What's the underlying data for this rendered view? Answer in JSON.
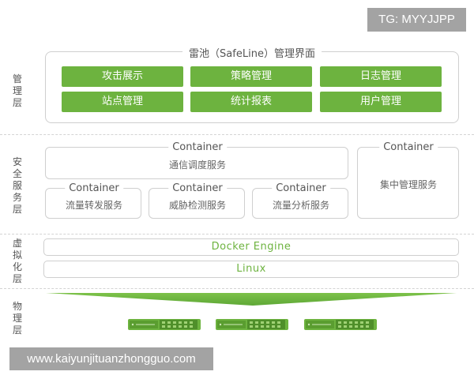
{
  "watermark_tg": "TG: MYYJJPP",
  "watermark_url": "www.kaiyunjituanzhongguo.com",
  "colors": {
    "accent": "#6db33f",
    "border": "#cfcfcf",
    "label": "#555555"
  },
  "layers": {
    "management": {
      "label": "管理层",
      "panel_title": "雷池（SafeLine）管理界面",
      "buttons": [
        "攻击展示",
        "策略管理",
        "日志管理",
        "站点管理",
        "统计报表",
        "用户管理"
      ]
    },
    "security": {
      "label": "安全服务层",
      "dispatch": {
        "title": "Container",
        "text": "通信调度服务"
      },
      "central": {
        "title": "Container",
        "text": "集中管理服务"
      },
      "sub": [
        {
          "title": "Container",
          "text": "流量转发服务"
        },
        {
          "title": "Container",
          "text": "威胁检测服务"
        },
        {
          "title": "Container",
          "text": "流量分析服务"
        }
      ]
    },
    "virtualization": {
      "label": "虚拟化层",
      "docker": "Docker Engine",
      "linux": "Linux"
    },
    "physical": {
      "label": "物理层",
      "devices": [
        "server-device-1",
        "server-device-2",
        "server-device-3"
      ]
    }
  }
}
